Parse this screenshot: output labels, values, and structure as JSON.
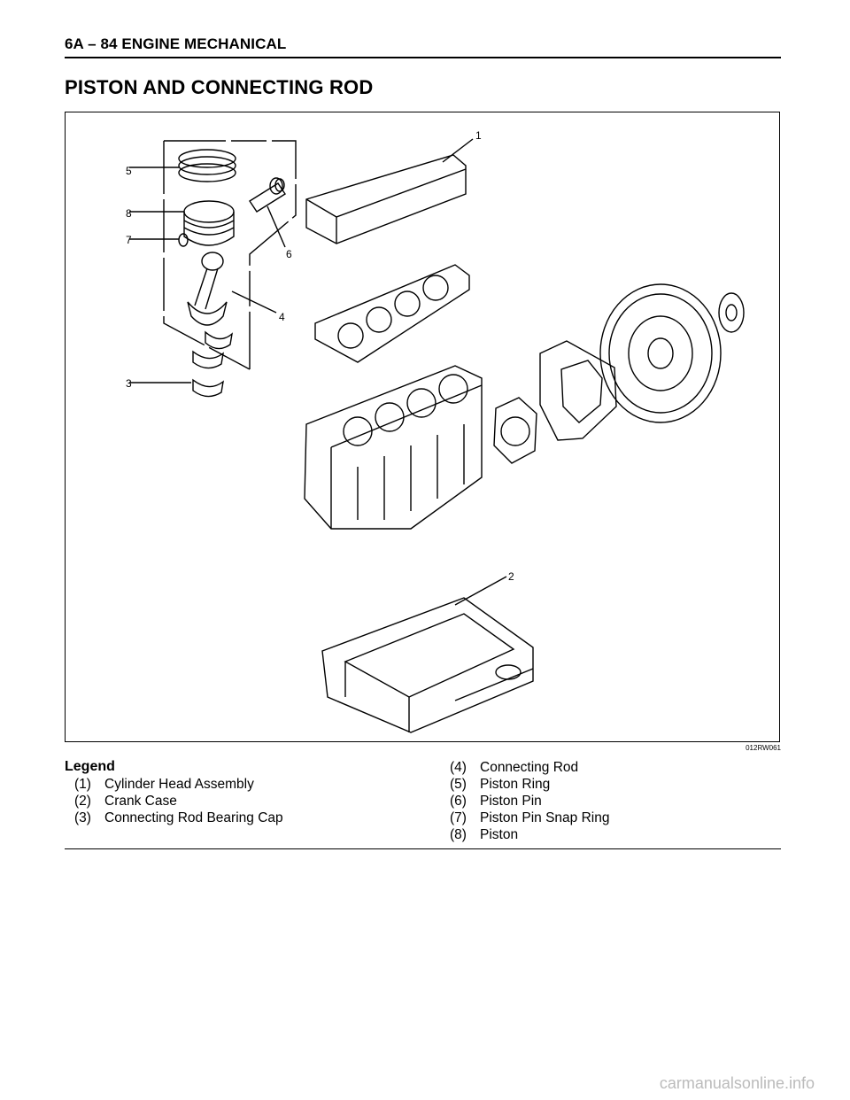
{
  "header": {
    "text": "6A – 84  ENGINE MECHANICAL"
  },
  "title": "PISTON AND CONNECTING ROD",
  "figure": {
    "code": "012RW061",
    "callouts": [
      "1",
      "2",
      "3",
      "4",
      "5",
      "6",
      "7",
      "8"
    ]
  },
  "legend": {
    "title": "Legend",
    "left": [
      {
        "num": "(1)",
        "label": "Cylinder Head Assembly"
      },
      {
        "num": "(2)",
        "label": "Crank Case"
      },
      {
        "num": "(3)",
        "label": "Connecting Rod Bearing Cap"
      }
    ],
    "right": [
      {
        "num": "(4)",
        "label": "Connecting Rod"
      },
      {
        "num": "(5)",
        "label": "Piston Ring"
      },
      {
        "num": "(6)",
        "label": "Piston Pin"
      },
      {
        "num": "(7)",
        "label": "Piston Pin Snap Ring"
      },
      {
        "num": "(8)",
        "label": "Piston"
      }
    ]
  },
  "footer": {
    "watermark": "carmanualsonline.info"
  }
}
